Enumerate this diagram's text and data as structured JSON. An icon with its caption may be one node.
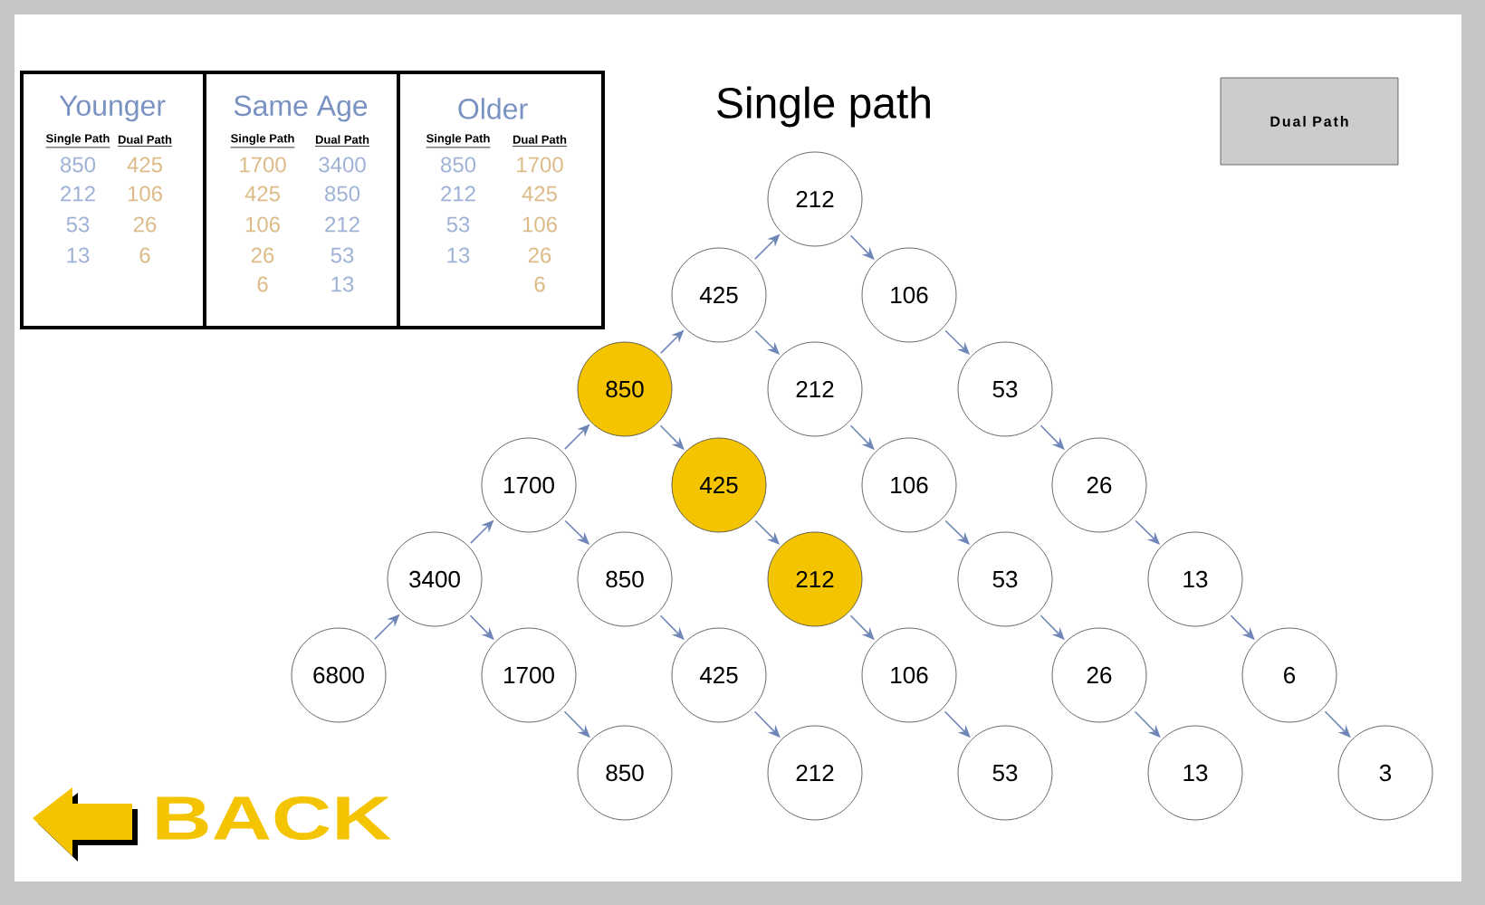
{
  "diagram": {
    "title": "Single path",
    "nodes": [
      {
        "text": [
          "212"
        ]
      },
      {
        "text": [
          "425"
        ]
      },
      {
        "text": [
          "106"
        ]
      },
      {
        "text": [
          "850"
        ]
      },
      {
        "text": [
          "212"
        ]
      },
      {
        "text": [
          "53"
        ]
      },
      {
        "text": [
          "1700"
        ]
      },
      {
        "text": [
          "425"
        ]
      },
      {
        "text": [
          "106"
        ]
      },
      {
        "text": [
          "26"
        ]
      },
      {
        "text": [
          "3400"
        ]
      },
      {
        "text": [
          "850"
        ]
      },
      {
        "text": [
          "212"
        ]
      },
      {
        "text": [
          "53"
        ]
      },
      {
        "text": [
          "13"
        ]
      },
      {
        "text": [
          "6800"
        ]
      },
      {
        "text": [
          "1700"
        ]
      },
      {
        "text": [
          "425"
        ]
      },
      {
        "text": [
          "106"
        ]
      },
      {
        "text": [
          "26"
        ]
      },
      {
        "text": [
          "6"
        ]
      },
      {
        "text": [
          "850"
        ]
      },
      {
        "text": [
          "212"
        ]
      },
      {
        "text": [
          "53"
        ]
      },
      {
        "text": [
          "13"
        ]
      },
      {
        "text": [
          "3"
        ]
      }
    ],
    "edges": [
      {
        "from": 15,
        "to": 10,
        "arrow": "to"
      },
      {
        "from": 10,
        "to": 6,
        "arrow": "to"
      },
      {
        "from": 6,
        "to": 3,
        "arrow": "to"
      },
      {
        "from": 3,
        "to": 1,
        "arrow": "to"
      },
      {
        "from": 1,
        "to": 0,
        "arrow": "to"
      },
      {
        "from": 0,
        "to": 2,
        "arrow": "to"
      },
      {
        "from": 2,
        "to": 5,
        "arrow": "to"
      },
      {
        "from": 5,
        "to": 9,
        "arrow": "to"
      },
      {
        "from": 9,
        "to": 14,
        "arrow": "to"
      },
      {
        "from": 14,
        "to": 20,
        "arrow": "to"
      },
      {
        "from": 20,
        "to": 25,
        "arrow": "to"
      },
      {
        "from": 1,
        "to": 4,
        "arrow": "to"
      },
      {
        "from": 4,
        "to": 8,
        "arrow": "to"
      },
      {
        "from": 8,
        "to": 13,
        "arrow": "to"
      },
      {
        "from": 13,
        "to": 19,
        "arrow": "to"
      },
      {
        "from": 19,
        "to": 24,
        "arrow": "to"
      },
      {
        "from": 3,
        "to": 7,
        "arrow": "to"
      },
      {
        "from": 7,
        "to": 12,
        "arrow": "to"
      },
      {
        "from": 12,
        "to": 18,
        "arrow": "to"
      },
      {
        "from": 18,
        "to": 23,
        "arrow": "to"
      },
      {
        "from": 6,
        "to": 11,
        "arrow": "to"
      },
      {
        "from": 11,
        "to": 17,
        "arrow": "to"
      },
      {
        "from": 17,
        "to": 22,
        "arrow": "to"
      },
      {
        "from": 10,
        "to": 16,
        "arrow": "to"
      },
      {
        "from": 16,
        "to": 21,
        "arrow": "to"
      }
    ],
    "labels": [
      "Younger",
      "Same Age",
      "Older",
      "Single Path",
      "Dual Path",
      "Single Path",
      "Dual Path",
      "Single Path",
      "Dual Path",
      "850",
      "425",
      "1700",
      "3400",
      "850",
      "1700",
      "212",
      "106",
      "425",
      "850",
      "212",
      "425",
      "53",
      "26",
      "106",
      "212",
      "53",
      "106",
      "13",
      "6",
      "26",
      "53",
      "13",
      "26",
      "6",
      "13",
      "6",
      "Dual Path",
      "BACK"
    ]
  }
}
